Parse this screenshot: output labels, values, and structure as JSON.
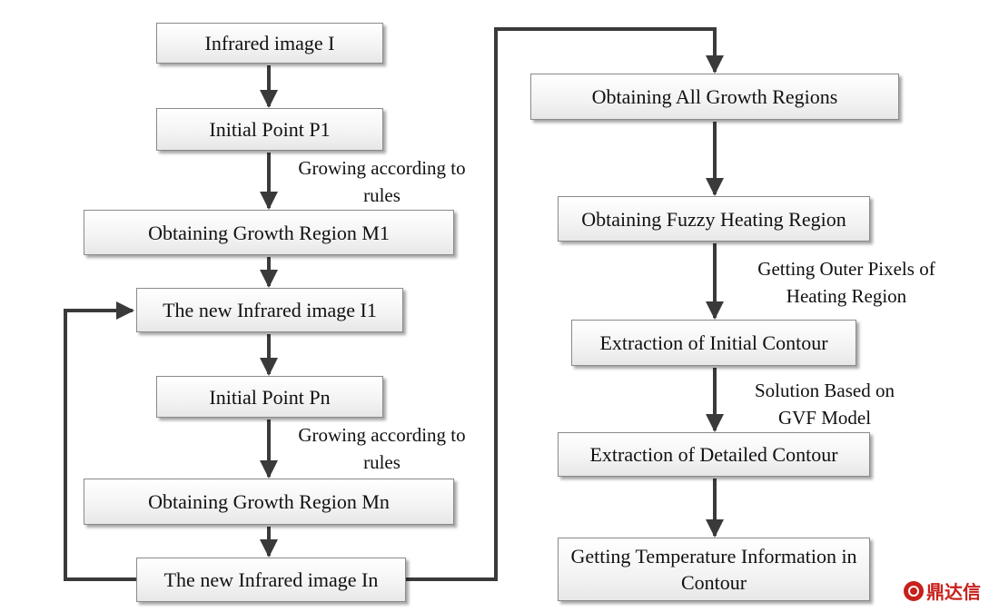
{
  "left_column": {
    "infrared_image": "Infrared image I",
    "initial_point_p1": "Initial Point P1",
    "growing_label_1": "Growing according to rules",
    "growth_region_m1": "Obtaining Growth Region M1",
    "new_infrared_i1": "The new Infrared image I1",
    "initial_point_pn": "Initial Point Pn",
    "growing_label_2": "Growing according to rules",
    "growth_region_mn": "Obtaining Growth Region Mn",
    "new_infrared_in": "The new Infrared image In"
  },
  "right_column": {
    "all_growth_regions": "Obtaining All Growth Regions",
    "fuzzy_heating_region": "Obtaining Fuzzy Heating Region",
    "outer_pixels_label": "Getting Outer Pixels of Heating Region",
    "initial_contour": "Extraction of Initial Contour",
    "gvf_label": "Solution Based on GVF Model",
    "detailed_contour": "Extraction of Detailed Contour",
    "temperature_info": "Getting Temperature Information in Contour"
  },
  "watermark": {
    "text": "鼎达信",
    "color": "#c8201b"
  },
  "colors": {
    "arrow": "#3a3a3a",
    "box_border": "#8a8a8a"
  }
}
